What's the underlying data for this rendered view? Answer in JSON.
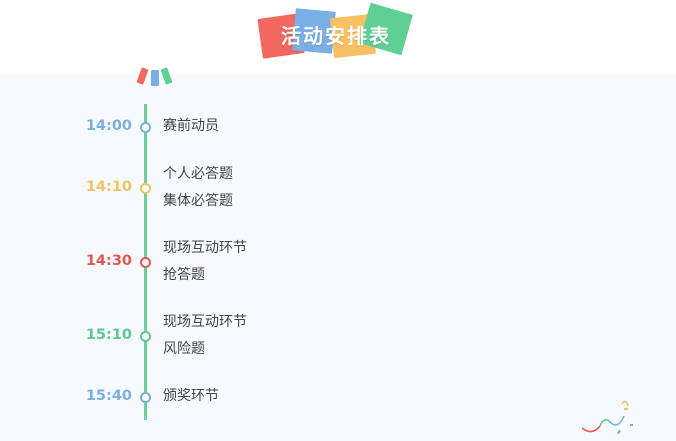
{
  "header": {
    "title": "活动安排表",
    "tile_colors": [
      "#f2685e",
      "#7aaee5",
      "#f8c060",
      "#5fcf94"
    ]
  },
  "flags": {
    "colors": [
      "#f2685e",
      "#7aaee5",
      "#5fcf94"
    ]
  },
  "timeline": {
    "line_color": "#6fcf9a",
    "items": [
      {
        "time": "14:00",
        "color": "#7ab0e0",
        "lines": [
          "赛前动员"
        ]
      },
      {
        "time": "14:10",
        "color": "#f5c260",
        "lines": [
          "个人必答题",
          "集体必答题"
        ]
      },
      {
        "time": "14:30",
        "color": "#e8574f",
        "lines": [
          "现场互动环节",
          "抢答题"
        ]
      },
      {
        "time": "15:10",
        "color": "#5cc98f",
        "lines": [
          "现场互动环节",
          "风险题"
        ]
      },
      {
        "time": "15:40",
        "color": "#7ab0e0",
        "lines": [
          "颁奖环节"
        ]
      }
    ]
  },
  "decoration": {
    "icon": "confetti-icon"
  }
}
